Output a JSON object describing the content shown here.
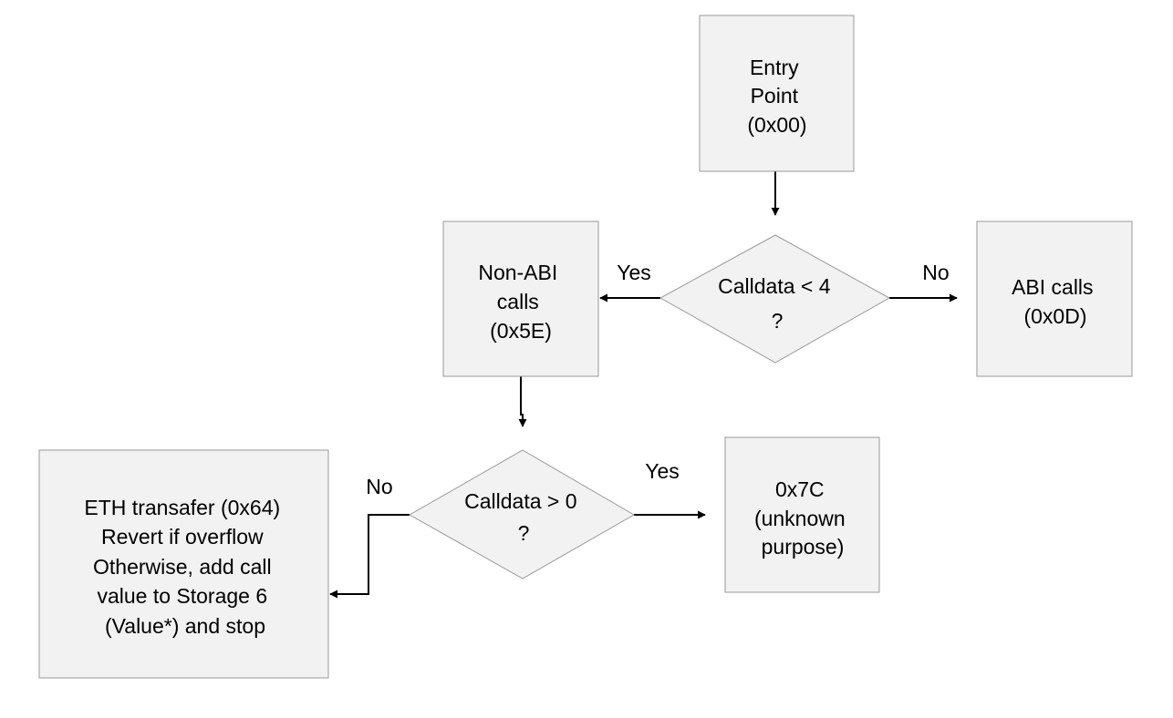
{
  "nodes": {
    "entry": {
      "lines": [
        "Entry",
        "Point",
        "(0x00)"
      ]
    },
    "decision1": {
      "lines": [
        "Calldata < 4",
        "?"
      ]
    },
    "non_abi": {
      "lines": [
        "Non-ABI",
        "calls",
        "(0x5E)"
      ]
    },
    "abi": {
      "lines": [
        "ABI calls",
        "(0x0D)"
      ]
    },
    "decision2": {
      "lines": [
        "Calldata > 0",
        "?"
      ]
    },
    "eth_transfer": {
      "lines": [
        "ETH transafer (0x64)",
        "Revert if overflow",
        "Otherwise, add call",
        "value to Storage 6",
        "(Value*) and stop"
      ]
    },
    "unknown": {
      "lines": [
        "0x7C",
        "(unknown",
        "purpose)"
      ]
    }
  },
  "edge_labels": {
    "d1_yes": "Yes",
    "d1_no": "No",
    "d2_no": "No",
    "d2_yes": "Yes"
  },
  "colors": {
    "box_fill": "#f2f2f2",
    "box_stroke": "#999999",
    "edge": "#000000",
    "text": "#000000"
  }
}
